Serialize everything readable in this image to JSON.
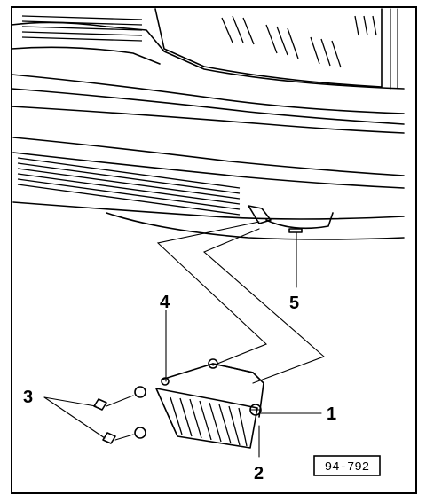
{
  "figure": {
    "reference_code": "94-792"
  },
  "callouts": [
    {
      "id": "1",
      "label": "1"
    },
    {
      "id": "2",
      "label": "2"
    },
    {
      "id": "3",
      "label": "3"
    },
    {
      "id": "4",
      "label": "4"
    },
    {
      "id": "5",
      "label": "5"
    }
  ]
}
